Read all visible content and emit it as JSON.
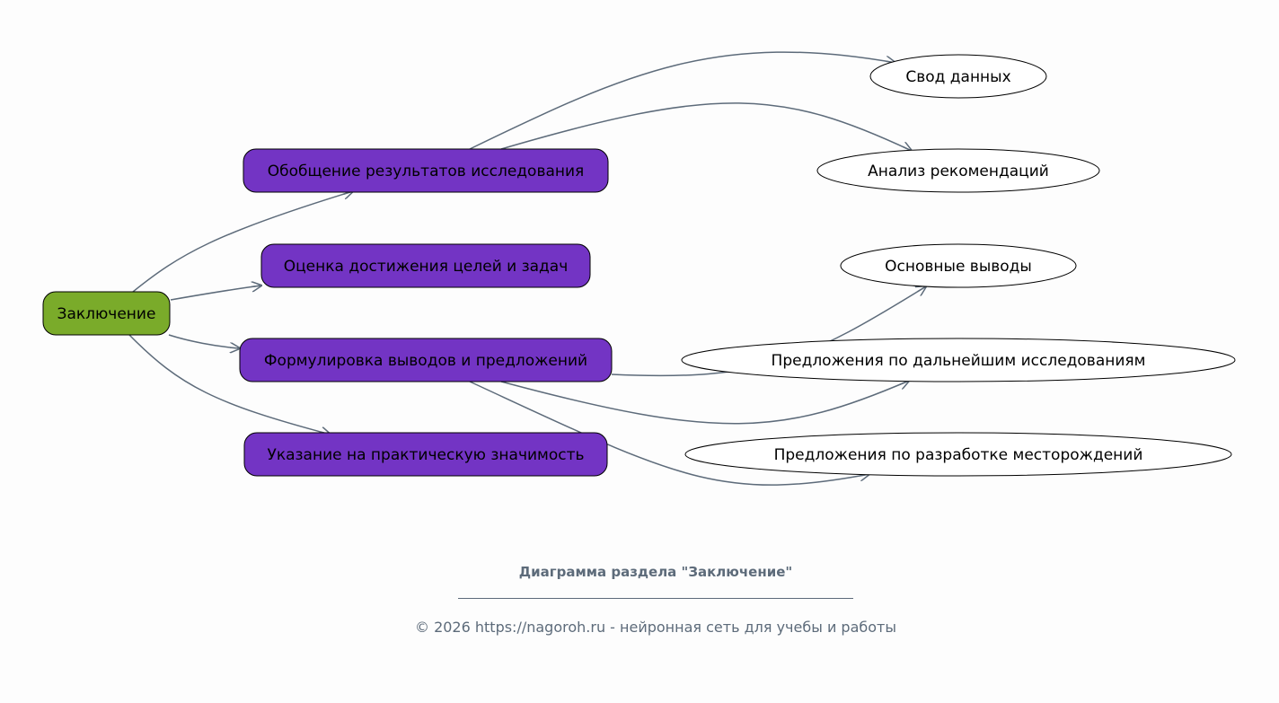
{
  "colors": {
    "root": "#7aab2a",
    "branch": "#7334c4",
    "leaf": "#ffffff",
    "edge": "#5d6b7a",
    "caption": "#5d6b7a"
  },
  "diagram": {
    "root": "Заключение",
    "branches": [
      "Обобщение результатов исследования",
      "Оценка достижения целей и задач",
      "Формулировка выводов и предложений",
      "Указание на практическую значимость"
    ],
    "leaves": [
      "Свод данных",
      "Анализ рекомендаций",
      "Основные выводы",
      "Предложения по дальнейшим исследованиям",
      "Предложения по разработке месторождений"
    ]
  },
  "caption": {
    "title": "Диаграмма раздела \"Заключение\"",
    "footer": "© 2026 https://nagoroh.ru - нейронная сеть для учебы и работы"
  }
}
